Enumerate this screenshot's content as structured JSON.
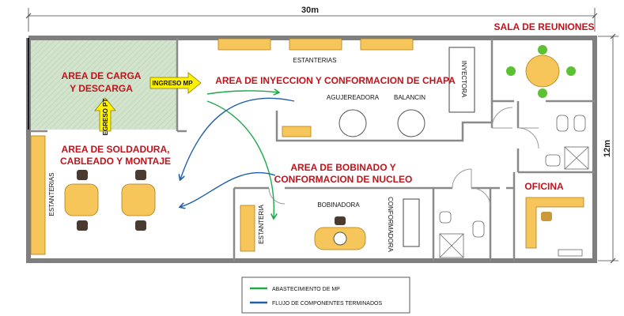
{
  "dimensions": {
    "width": "30m",
    "height": "12m"
  },
  "rooms": {
    "sala_reuniones": "SALA DE REUNIONES",
    "carga_line1": "AREA DE CARGA",
    "carga_line2": "Y DESCARGA",
    "inyeccion": "AREA DE INYECCION Y CONFORMACION DE CHAPA",
    "soldadura_line1": "AREA DE SOLDADURA,",
    "soldadura_line2": "CABLEADO Y MONTAJE",
    "bobinado_line1": "AREA DE BOBINADO Y",
    "bobinado_line2": "CONFORMACION DE NUCLEO",
    "oficina": "OFICINA"
  },
  "labels": {
    "estanterias_top": "ESTANTERIAS",
    "estanterias_left": "ESTANTERIAS",
    "estanteria": "ESTANTERIA",
    "agujereadora": "AGUJEREADORA",
    "balancin": "BALANCIN",
    "inyectora": "INYECTORA",
    "bobinadora": "BOBINADORA",
    "conformadora": "CONFORMADORA",
    "ingreso_mp": "INGRESO MP",
    "egreso_pt": "EGRESO PT"
  },
  "legend": {
    "items": [
      {
        "label": "ABASTECIMIENTO DE MP",
        "color": "#1ea84a"
      },
      {
        "label": "FLUJO DE COMPONENTES TERMINADOS",
        "color": "#1f5fa8"
      }
    ]
  },
  "colors": {
    "wall": "#7f7f7f",
    "furniture": "#f6c65b",
    "furniture_stroke": "#b07d16",
    "loading_area": "#d3e4cd",
    "arrow_fill": "#fff200",
    "title_red": "#c0141c",
    "mp_green": "#1ea84a",
    "pt_blue": "#1f5fa8",
    "plant": "#5cc234"
  }
}
